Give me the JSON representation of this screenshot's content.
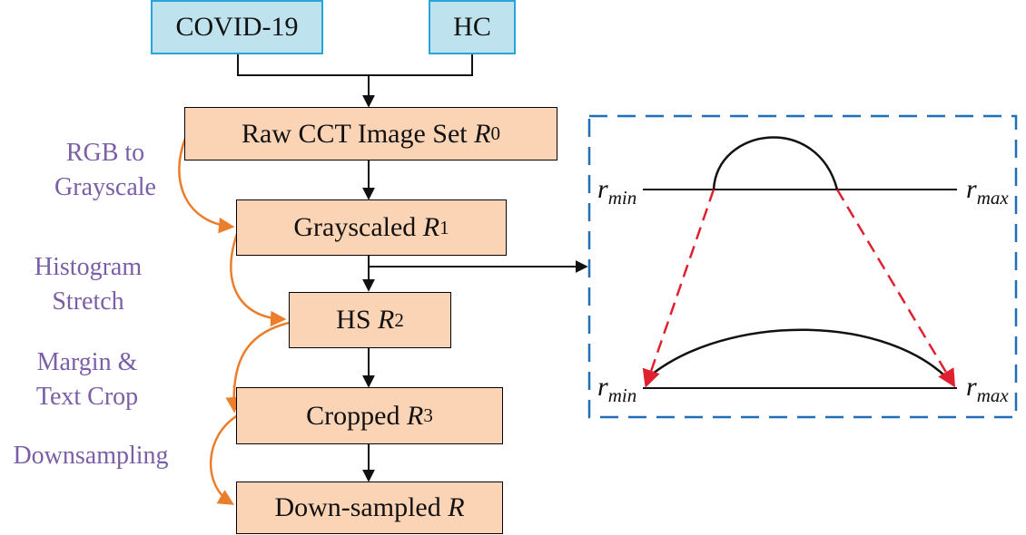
{
  "inputs": {
    "covid": "COVID-19",
    "hc": "HC"
  },
  "steps": {
    "raw": {
      "text": "Raw CCT Image Set ",
      "var": "R",
      "sub": "0"
    },
    "gray": {
      "text": "Grayscaled ",
      "var": "R",
      "sub": "1"
    },
    "hs": {
      "text": "HS ",
      "var": "R",
      "sub": "2"
    },
    "crop": {
      "text": "Cropped ",
      "var": "R",
      "sub": "3"
    },
    "down": {
      "text": "Down-sampled ",
      "var": "R",
      "sub": ""
    }
  },
  "labels": {
    "rgb": [
      "RGB to",
      "Grayscale"
    ],
    "hist": [
      "Histogram",
      "Stretch"
    ],
    "margin": [
      "Margin &",
      "Text Crop"
    ],
    "downsampling": "Downsampling"
  },
  "inset": {
    "top_left": {
      "base": "r",
      "sub": "min"
    },
    "top_right": {
      "base": "r",
      "sub": "max"
    },
    "bottom_left": {
      "base": "r",
      "sub": "min"
    },
    "bottom_right": {
      "base": "r",
      "sub": "max"
    }
  },
  "colors": {
    "input_fill": "#bfe3ee",
    "input_border": "#29a6d9",
    "step_fill": "#fbd4b6",
    "label_text": "#7b5ea8",
    "curve_arrow": "#ec7d2b",
    "inset_border": "#1f6fb8",
    "stretch_arrow": "#e0202e"
  }
}
